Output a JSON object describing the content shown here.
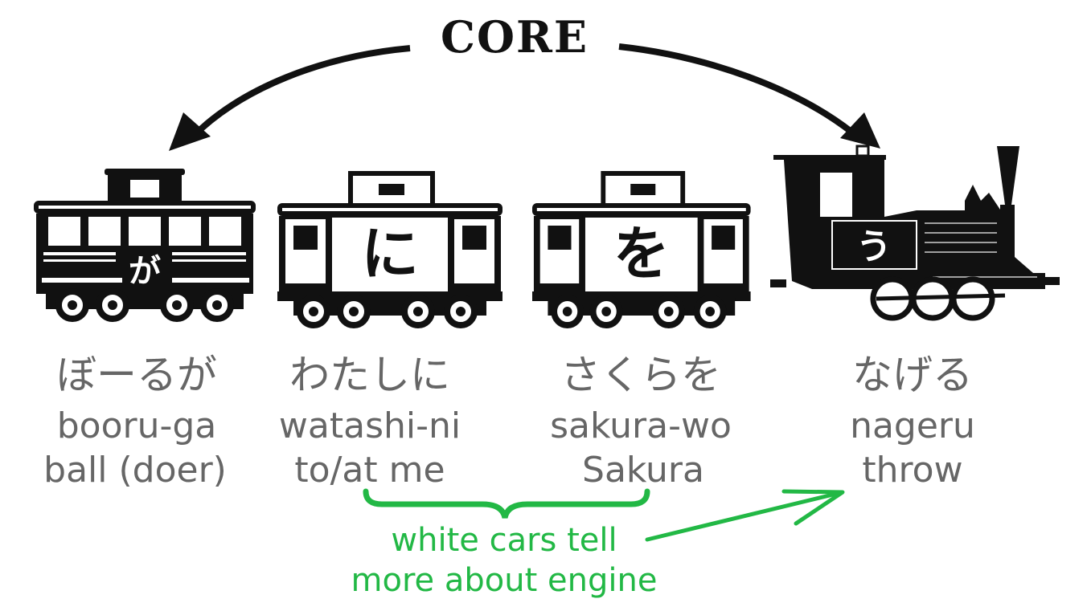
{
  "title": "CORE",
  "colors": {
    "text": "#666666",
    "accent": "#22b845",
    "ink": "#111111"
  },
  "cars": [
    {
      "particle": "が",
      "kana": "ぼーるが",
      "romaji": "booru-ga",
      "english": "ball (doer)"
    },
    {
      "particle": "に",
      "kana": "わたしに",
      "romaji": "watashi-ni",
      "english": "to/at me"
    },
    {
      "particle": "を",
      "kana": "さくらを",
      "romaji": "sakura-wo",
      "english": "Sakura"
    }
  ],
  "engine": {
    "particle": "う",
    "kana": "なげる",
    "romaji": "nageru",
    "english": "throw"
  },
  "note": {
    "line1": "white cars tell",
    "line2": "more about engine"
  }
}
